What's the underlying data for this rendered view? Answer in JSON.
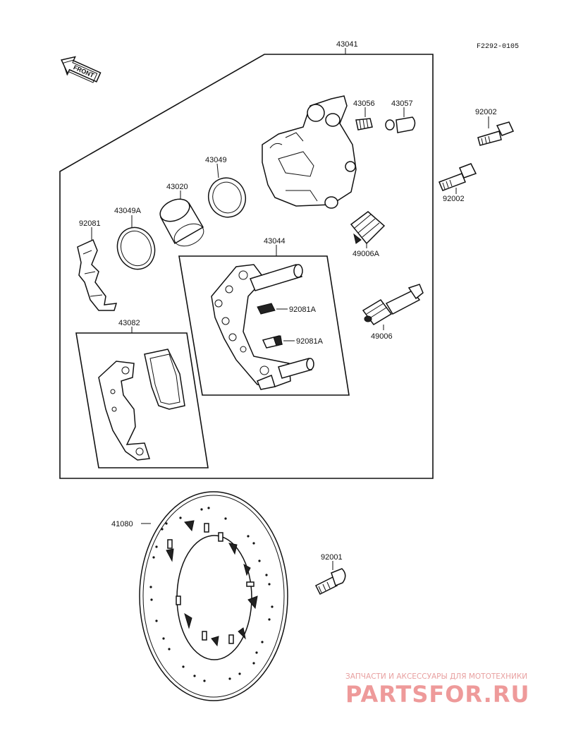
{
  "diagram_code": "F2292-0105",
  "direction_label": "FRONT",
  "parts": {
    "caliper_assy": "43041",
    "bleed_valve": "43056",
    "bleed_cap": "43057",
    "bolt_upper": "92002",
    "bolt_lower": "92002",
    "seal_dust": "43049",
    "piston": "43020",
    "seal_piston": "43049A",
    "spring_pad": "92081",
    "holder_assy": "43044",
    "boot_upper": "49006A",
    "shim_upper": "92081A",
    "shim_lower": "92081A",
    "pin": "49006",
    "pad_assy": "43082",
    "disc": "41080",
    "disc_bolt": "92001"
  },
  "watermark": {
    "tagline": "ЗАПЧАСТИ И АКСЕССУАРЫ ДЛЯ МОТОТЕХНИКИ",
    "brand": "PARTSFOR.RU"
  }
}
